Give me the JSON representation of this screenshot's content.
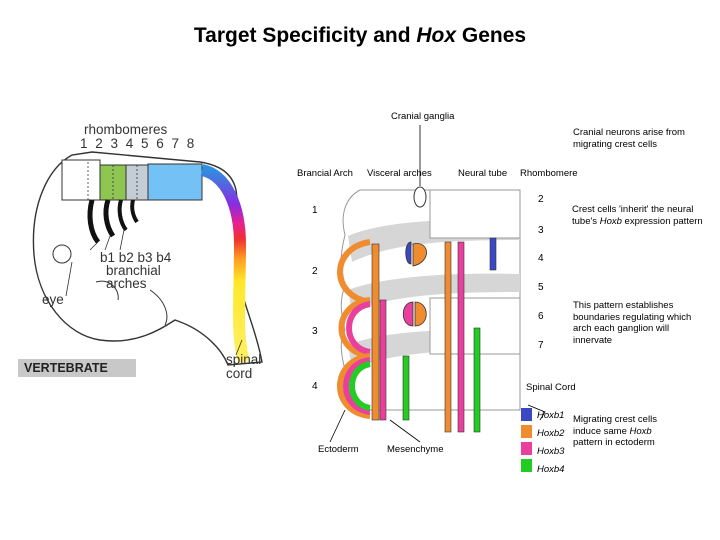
{
  "title": {
    "main": "Target Specificity and ",
    "italic": "Hox",
    "end": " Genes"
  },
  "embryo": {
    "rhombomeres": "rhombomeres",
    "rhombo_numbers": "1 2 3 4 5 6 7 8",
    "eye": "eye",
    "b_labels": "b1 b2 b3 b4",
    "branchial": "branchial",
    "arches": "arches",
    "spinal": "spinal",
    "cord": "cord",
    "vertebrate": "VERTEBRATE"
  },
  "schematic": {
    "cranial_ganglia": "Cranial ganglia",
    "cranial_neurons": "Cranial neurons arise from migrating crest cells",
    "col_branchial": "Brancial Arch",
    "col_visceral": "Visceral arches",
    "col_neural": "Neural tube",
    "col_rhombomere": "Rhombomere",
    "arch_numbers": [
      "1",
      "2",
      "3",
      "4"
    ],
    "rhombomere_numbers": [
      "2",
      "3",
      "4",
      "5",
      "6",
      "7"
    ],
    "crest_note_pre": "Crest cells 'inherit' the neural tube's ",
    "crest_note_italic": "Hoxb",
    "crest_note_post": " expression pattern",
    "pattern_note": "This pattern establishes boundaries regulating which arch each ganglion will innervate",
    "spinal_cord": "Spinal Cord",
    "ectoderm": "Ectoderm",
    "mesenchyme": "Mesenchyme"
  },
  "legend": {
    "items": [
      {
        "label": "Hoxb1",
        "color": "#3b48c4"
      },
      {
        "label": "Hoxb2",
        "color": "#f08c30"
      },
      {
        "label": "Hoxb3",
        "color": "#e8409c"
      },
      {
        "label": "Hoxb4",
        "color": "#22cc22"
      }
    ],
    "note_pre": "Migrating crest cells induce same ",
    "note_italic": "Hoxb",
    "note_post": " pattern in ectoderm"
  }
}
